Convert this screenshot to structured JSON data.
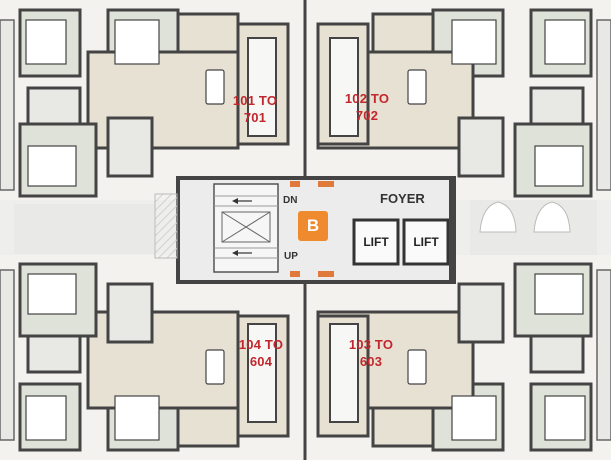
{
  "units": {
    "top_left": {
      "line1": "101 TO",
      "line2": "701"
    },
    "top_right": {
      "line1": "102 TO",
      "line2": "702"
    },
    "bottom_left": {
      "line1": "104 TO",
      "line2": "604"
    },
    "bottom_right": {
      "line1": "103 TO",
      "line2": "603"
    }
  },
  "core": {
    "foyer": "FOYER",
    "block_badge": "B",
    "stair_down": "DN",
    "stair_up": "UP",
    "lift_1": "LIFT",
    "lift_2": "LIFT"
  },
  "colors": {
    "wall": "#444444",
    "room_floor": "#dfe2d9",
    "living_floor": "#e6e1d3",
    "core_floor": "#ececec",
    "unit_label": "#c1272d",
    "badge": "#f08a2e"
  }
}
